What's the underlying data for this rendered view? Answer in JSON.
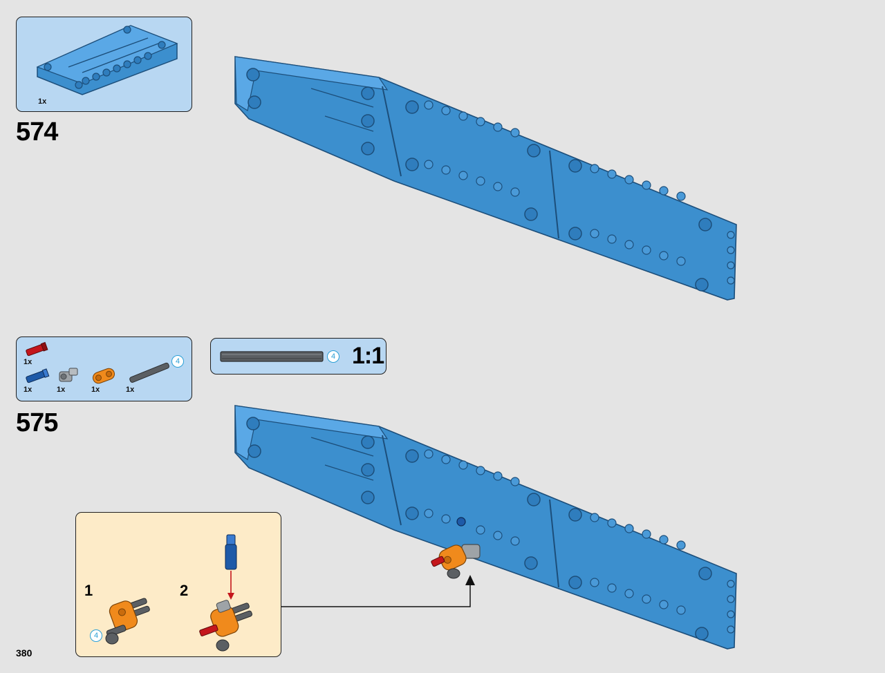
{
  "page": {
    "number": "380"
  },
  "step574": {
    "number": "574",
    "parts": [
      {
        "name": "blue-technic-panel",
        "qty": "1x"
      }
    ]
  },
  "step575": {
    "number": "575",
    "parts": [
      {
        "name": "red-axle-pin",
        "qty": "1x"
      },
      {
        "name": "blue-axle-pin",
        "qty": "1x"
      },
      {
        "name": "grey-axle-connector",
        "qty": "1x"
      },
      {
        "name": "orange-beam",
        "qty": "1x"
      },
      {
        "name": "dark-grey-axle",
        "qty": "1x",
        "length": "4"
      }
    ],
    "scale_box": {
      "length": "4",
      "label": "1:1"
    },
    "callout": {
      "substeps": [
        {
          "number": "1",
          "axle_length": "4"
        },
        {
          "number": "2"
        }
      ]
    }
  },
  "colors": {
    "background": "#e4e4e4",
    "parts_box": "#b8d7f2",
    "callout_box": "#fdebc8",
    "model_blue": "#3c8fce",
    "length_badge": "#2a9fd6"
  }
}
